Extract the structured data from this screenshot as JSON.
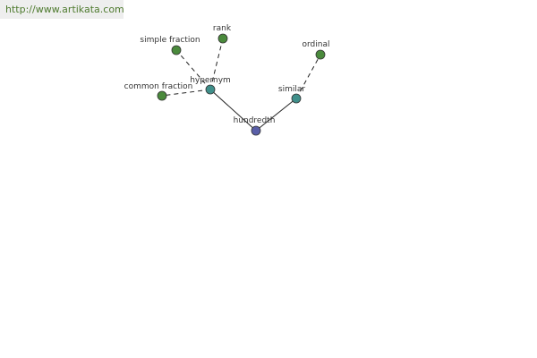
{
  "source_link": {
    "text": "http://www.artikata.com"
  },
  "graph": {
    "nodes": [
      {
        "id": "hundredth",
        "label": "hundredth",
        "role": "center",
        "color": "#5a5fa8"
      },
      {
        "id": "hypernym",
        "label": "hypernym",
        "role": "relation",
        "color": "#3f8f8a"
      },
      {
        "id": "similar",
        "label": "similar",
        "role": "relation",
        "color": "#3f8f8a"
      },
      {
        "id": "rank",
        "label": "rank",
        "role": "term",
        "color": "#4a8a3c"
      },
      {
        "id": "simple-fraction",
        "label": "simple fraction",
        "role": "term",
        "color": "#4a8a3c"
      },
      {
        "id": "common-fraction",
        "label": "common fraction",
        "role": "term",
        "color": "#4a8a3c"
      },
      {
        "id": "ordinal",
        "label": "ordinal",
        "role": "term",
        "color": "#4a8a3c"
      }
    ],
    "edges": [
      {
        "from": "hundredth",
        "to": "hypernym",
        "style": "solid"
      },
      {
        "from": "hundredth",
        "to": "similar",
        "style": "solid"
      },
      {
        "from": "hypernym",
        "to": "rank",
        "style": "dashed"
      },
      {
        "from": "hypernym",
        "to": "simple-fraction",
        "style": "dashed"
      },
      {
        "from": "hypernym",
        "to": "common-fraction",
        "style": "dashed"
      },
      {
        "from": "similar",
        "to": "ordinal",
        "style": "dashed"
      }
    ]
  }
}
